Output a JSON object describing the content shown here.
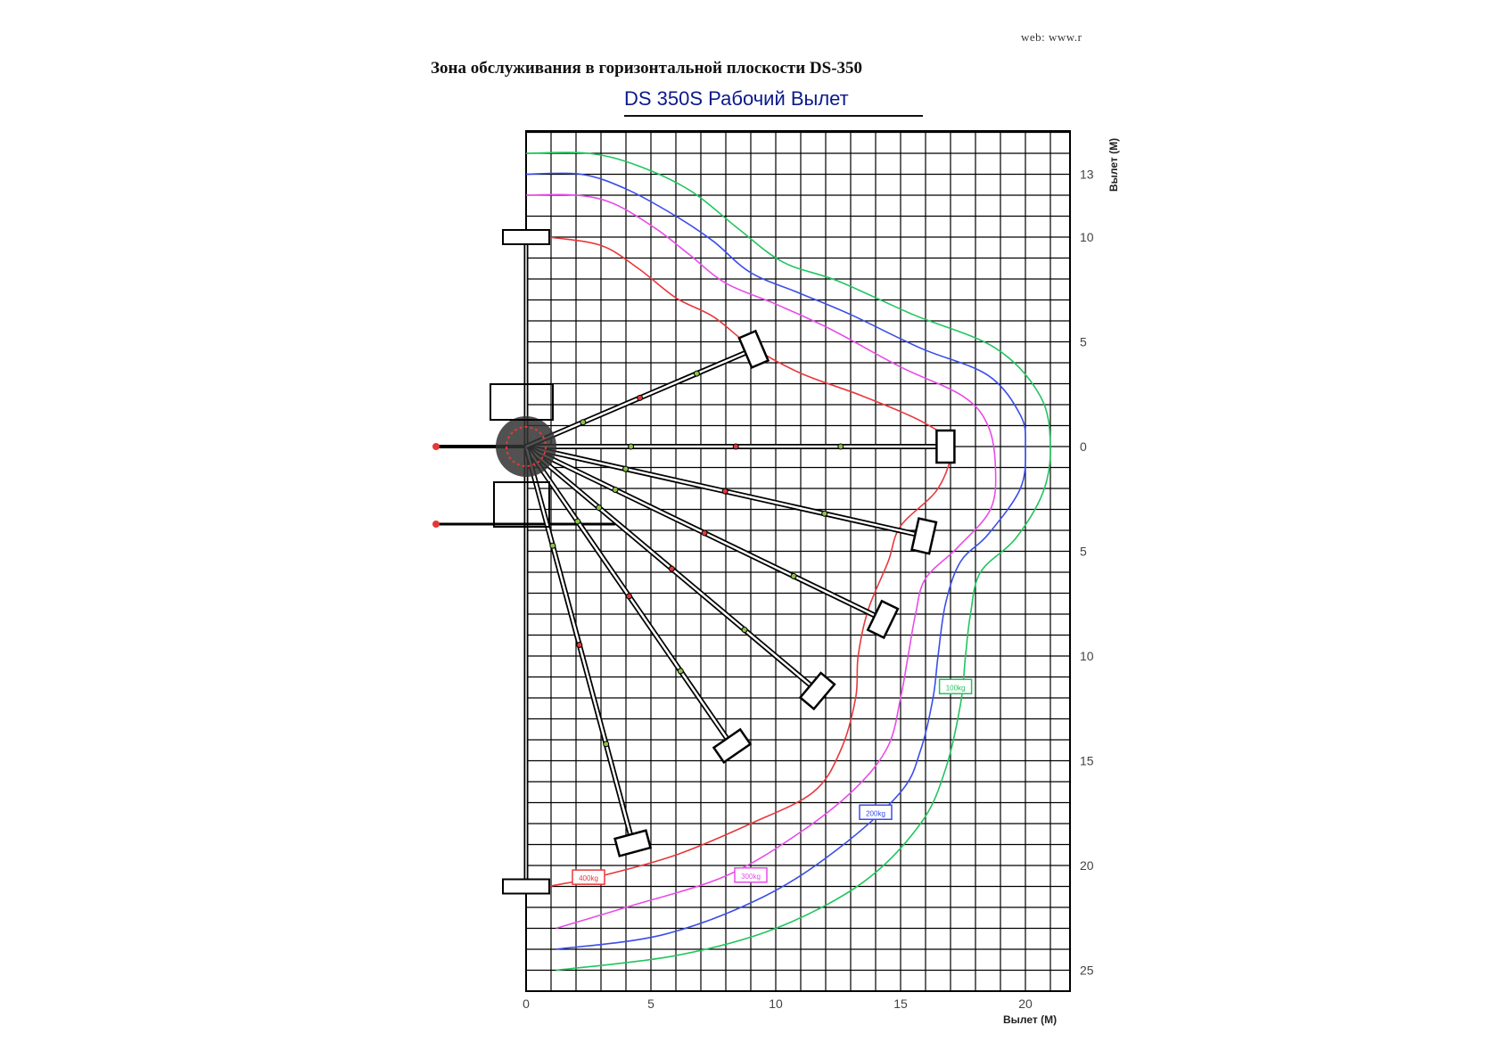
{
  "header": {
    "web": "web: www.r",
    "title": "Зона обслуживания в горизонтальной плоскости DS-350"
  },
  "chart_data": {
    "type": "line",
    "title": "DS 350S Рабочий Вылет",
    "xlabel": "Вылет (М)",
    "ylabel": "Вылет (М)",
    "xlim": [
      0,
      22
    ],
    "ylim": [
      -26,
      15
    ],
    "x_ticks": [
      0,
      5,
      10,
      15,
      20
    ],
    "y_ticks": [
      {
        "value": 13,
        "label": "13"
      },
      {
        "value": 10,
        "label": "10"
      },
      {
        "value": 5,
        "label": "5"
      },
      {
        "value": 0,
        "label": "0"
      },
      {
        "value": -5,
        "label": "5"
      },
      {
        "value": -10,
        "label": "10"
      },
      {
        "value": -15,
        "label": "15"
      },
      {
        "value": -20,
        "label": "20"
      },
      {
        "value": -25,
        "label": "25"
      }
    ],
    "grid": true,
    "series": [
      {
        "name": "400kg",
        "color": "#e8383c",
        "label_at": [
          2.5,
          -20.6
        ],
        "points": [
          [
            0.9,
            10
          ],
          [
            3,
            9.6
          ],
          [
            4.5,
            8.5
          ],
          [
            6,
            7.1
          ],
          [
            7.5,
            6.2
          ],
          [
            9,
            4.8
          ],
          [
            11,
            3.5
          ],
          [
            13.5,
            2.4
          ],
          [
            16,
            1.1
          ],
          [
            17,
            0
          ],
          [
            16.5,
            -2
          ],
          [
            15,
            -3.8
          ],
          [
            14.5,
            -5.5
          ],
          [
            13.7,
            -7.8
          ],
          [
            13.3,
            -10
          ],
          [
            13.2,
            -12
          ],
          [
            12.6,
            -14.5
          ],
          [
            11.5,
            -16.5
          ],
          [
            9,
            -18
          ],
          [
            6,
            -19.5
          ],
          [
            3,
            -20.5
          ],
          [
            0.9,
            -21
          ]
        ]
      },
      {
        "name": "300kg",
        "color": "#e84ce8",
        "label_at": [
          9,
          -20.5
        ],
        "points": [
          [
            0,
            12
          ],
          [
            2,
            12
          ],
          [
            3.5,
            11.6
          ],
          [
            5.2,
            10.4
          ],
          [
            6.5,
            9.2
          ],
          [
            8,
            7.8
          ],
          [
            10,
            6.8
          ],
          [
            12.2,
            5.6
          ],
          [
            15,
            3.8
          ],
          [
            17.5,
            2.4
          ],
          [
            18.5,
            1
          ],
          [
            18.8,
            -1
          ],
          [
            18.6,
            -3
          ],
          [
            17.3,
            -4.8
          ],
          [
            16,
            -6.3
          ],
          [
            15.6,
            -8
          ],
          [
            15.3,
            -10
          ],
          [
            15.0,
            -12
          ],
          [
            14.5,
            -14.3
          ],
          [
            13.2,
            -16.3
          ],
          [
            11,
            -18.4
          ],
          [
            8,
            -20.5
          ],
          [
            4,
            -22
          ],
          [
            1.2,
            -23
          ]
        ]
      },
      {
        "name": "200kg",
        "color": "#3a4ee8",
        "label_at": [
          14,
          -17.5
        ],
        "points": [
          [
            0,
            13
          ],
          [
            2.2,
            13
          ],
          [
            4,
            12.3
          ],
          [
            6,
            11
          ],
          [
            7.5,
            9.8
          ],
          [
            9,
            8.3
          ],
          [
            11,
            7.3
          ],
          [
            13,
            6.3
          ],
          [
            15.8,
            4.7
          ],
          [
            18.5,
            3.4
          ],
          [
            19.8,
            1.5
          ],
          [
            20,
            0
          ],
          [
            19.8,
            -2
          ],
          [
            18.5,
            -4.2
          ],
          [
            17.4,
            -5.5
          ],
          [
            16.8,
            -7.5
          ],
          [
            16.5,
            -10
          ],
          [
            16.3,
            -12
          ],
          [
            15.8,
            -14.5
          ],
          [
            15,
            -16.5
          ],
          [
            12.5,
            -19.2
          ],
          [
            9.5,
            -21.5
          ],
          [
            5.5,
            -23.3
          ],
          [
            1.2,
            -24
          ]
        ]
      },
      {
        "name": "100kg",
        "color": "#22c55e",
        "label_at": [
          17.2,
          -11.5
        ],
        "points": [
          [
            0,
            14
          ],
          [
            2.5,
            14
          ],
          [
            4.5,
            13.4
          ],
          [
            6.6,
            12.2
          ],
          [
            8.5,
            10.4
          ],
          [
            10.3,
            8.8
          ],
          [
            12.5,
            7.9
          ],
          [
            15.5,
            6.3
          ],
          [
            18.8,
            4.7
          ],
          [
            20.6,
            2.4
          ],
          [
            21,
            0
          ],
          [
            20.7,
            -2.2
          ],
          [
            19.6,
            -4.4
          ],
          [
            18.2,
            -6
          ],
          [
            17.8,
            -8
          ],
          [
            17.6,
            -10
          ],
          [
            17.4,
            -12.3
          ],
          [
            16.8,
            -15.4
          ],
          [
            15.8,
            -18
          ],
          [
            13.5,
            -20.8
          ],
          [
            10,
            -23
          ],
          [
            6,
            -24.3
          ],
          [
            1.2,
            -25
          ]
        ]
      }
    ],
    "boom_positions_deg": [
      0,
      -15,
      -30,
      -45,
      -60,
      -75,
      27
    ],
    "boom_length_m": 16.5
  }
}
